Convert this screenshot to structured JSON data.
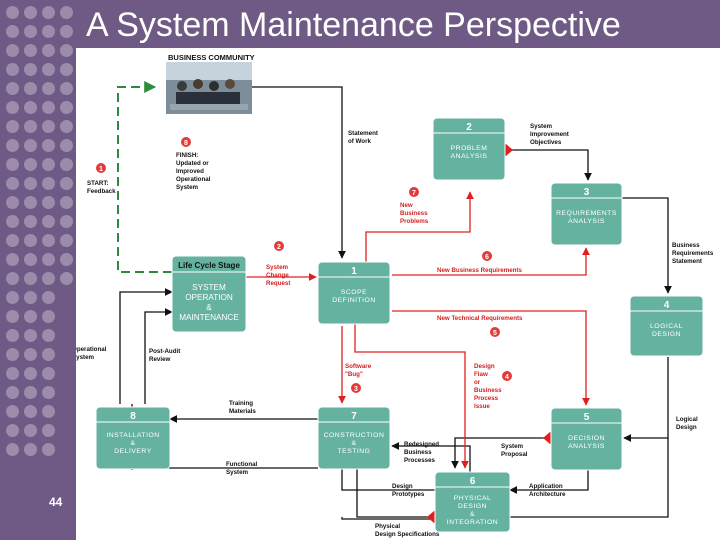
{
  "title": "A System Maintenance Perspective",
  "slide_number": "44",
  "colors": {
    "panel": "#6e5a84",
    "dot": "#9b8cab",
    "box_fill": "#65b2a1",
    "box_stroke": "#ffffff",
    "arrow": "#111111",
    "red_arrow": "#e02020",
    "green_arrow": "#2e8b3a",
    "marker": "#e23b3b"
  },
  "business_community": "BUSINESS COMMUNITY",
  "phases": [
    {
      "num": "2",
      "lines": [
        "PROBLEM",
        "ANALYSIS"
      ]
    },
    {
      "num": "3",
      "lines": [
        "REQUIREMENTS",
        "ANALYSIS"
      ]
    },
    {
      "num": "4",
      "lines": [
        "LOGICAL",
        "DESIGN"
      ]
    },
    {
      "num": "5",
      "lines": [
        "DECISION",
        "ANALYSIS"
      ]
    },
    {
      "num": "6",
      "lines": [
        "PHYSICAL",
        "DESIGN",
        "&",
        "INTEGRATION"
      ]
    },
    {
      "num": "7",
      "lines": [
        "CONSTRUCTION",
        "&",
        "TESTING"
      ]
    },
    {
      "num": "8",
      "lines": [
        "INSTALLATION",
        "&",
        "DELIVERY"
      ]
    },
    {
      "num": "1",
      "lines": [
        "SCOPE",
        "DEFINITION"
      ]
    }
  ],
  "system_operation": {
    "header": "Life Cycle Stage",
    "lines": [
      "SYSTEM",
      "OPERATION",
      "&",
      "MAINTENANCE"
    ]
  },
  "markers": [
    {
      "num": "1",
      "lines": [
        "START:",
        "Feedback"
      ]
    },
    {
      "num": "8",
      "lines": [
        "FINISH:",
        "Updated or",
        "Improved",
        "Operational",
        "System"
      ]
    },
    {
      "num": "2",
      "lines": [
        "System",
        "Change",
        "Request"
      ]
    },
    {
      "num": "7",
      "lines": [
        "New",
        "Business",
        "Problems"
      ]
    },
    {
      "num": "6",
      "lines": [
        "New Business Requirements"
      ]
    },
    {
      "num": "5",
      "lines": [
        "New Technical Requirements"
      ]
    },
    {
      "num": "4",
      "lines": [
        "Design",
        "Flaw",
        "or",
        "Business",
        "Process",
        "Issue"
      ]
    },
    {
      "num": "3",
      "lines": [
        "Software",
        "\"Bug\""
      ]
    }
  ],
  "flow_labels": [
    {
      "lines": [
        "Statement",
        "of Work"
      ]
    },
    {
      "lines": [
        "System",
        "Improvement",
        "Objectives"
      ]
    },
    {
      "lines": [
        "Business",
        "Requirements",
        "Statement"
      ]
    },
    {
      "lines": [
        "Logical",
        "Design"
      ]
    },
    {
      "lines": [
        "System",
        "Proposal"
      ]
    },
    {
      "lines": [
        "Application",
        "Architecture"
      ]
    },
    {
      "lines": [
        "Redesigned",
        "Business",
        "Processes"
      ]
    },
    {
      "lines": [
        "Design",
        "Prototypes"
      ]
    },
    {
      "lines": [
        "Physical",
        "Design Specifications"
      ]
    },
    {
      "lines": [
        "Training",
        "Materials"
      ]
    },
    {
      "lines": [
        "Functional",
        "System"
      ]
    },
    {
      "lines": [
        "Operational",
        "System"
      ]
    },
    {
      "lines": [
        "Post-Audit",
        "Review"
      ]
    }
  ]
}
